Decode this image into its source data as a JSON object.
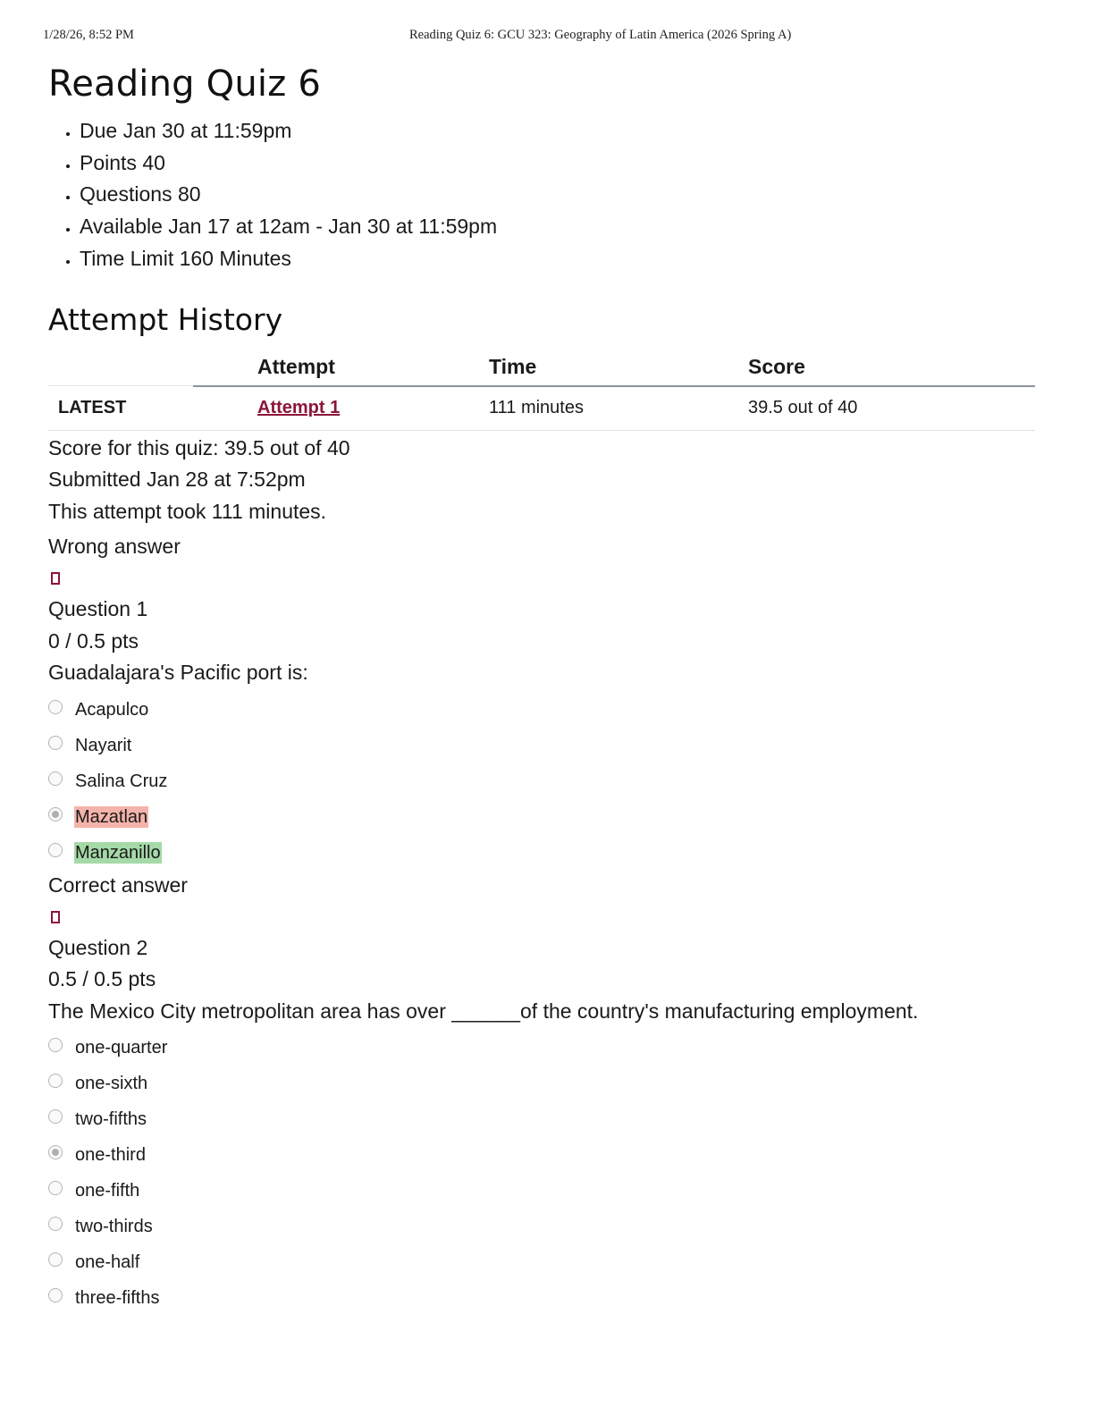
{
  "print_header": {
    "datetime": "1/28/26, 8:52 PM",
    "title": "Reading Quiz 6: GCU 323: Geography of Latin America (2026 Spring A)"
  },
  "quiz": {
    "title": "Reading Quiz 6",
    "details": [
      "Due Jan 30 at 11:59pm",
      "Points 40",
      "Questions 80",
      "Available Jan 17 at 12am - Jan 30 at 11:59pm",
      "Time Limit 160 Minutes"
    ]
  },
  "attempt_history": {
    "heading": "Attempt History",
    "columns": [
      "Attempt",
      "Time",
      "Score"
    ],
    "rows": [
      {
        "label": "LATEST",
        "attempt": "Attempt 1",
        "time": "111 minutes",
        "score": "39.5 out of 40"
      }
    ]
  },
  "summary": {
    "score": "Score for this quiz: 39.5 out of 40",
    "submitted": "Submitted Jan 28 at 7:52pm",
    "duration": "This attempt took 111 minutes."
  },
  "questions": [
    {
      "result": "Wrong answer",
      "number": "Question 1",
      "points": "0 / 0.5 pts",
      "text": "Guadalajara's Pacific port is:",
      "answers": [
        {
          "text": "Acapulco",
          "selected": false,
          "highlight": "none"
        },
        {
          "text": "Nayarit",
          "selected": false,
          "highlight": "none"
        },
        {
          "text": "Salina Cruz",
          "selected": false,
          "highlight": "none"
        },
        {
          "text": "Mazatlan",
          "selected": true,
          "highlight": "wrong"
        },
        {
          "text": "Manzanillo",
          "selected": false,
          "highlight": "right"
        }
      ]
    },
    {
      "result": "Correct answer",
      "number": "Question 2",
      "points": "0.5 / 0.5 pts",
      "text": "The Mexico City metropolitan area has over ______of the country's manufacturing employment.",
      "answers": [
        {
          "text": "one-quarter",
          "selected": false,
          "highlight": "none"
        },
        {
          "text": "one-sixth",
          "selected": false,
          "highlight": "none"
        },
        {
          "text": "two-fifths",
          "selected": false,
          "highlight": "none"
        },
        {
          "text": "one-third",
          "selected": true,
          "highlight": "none"
        },
        {
          "text": "one-fifth",
          "selected": false,
          "highlight": "none"
        },
        {
          "text": "two-thirds",
          "selected": false,
          "highlight": "none"
        },
        {
          "text": "one-half",
          "selected": false,
          "highlight": "none"
        },
        {
          "text": "three-fifths",
          "selected": false,
          "highlight": "none"
        }
      ]
    }
  ],
  "colors": {
    "accent": "#8b1538",
    "wrong_highlight": "#f4b3aa",
    "correct_highlight": "#a5d9a7"
  },
  "icons": {
    "question_flag": "flag-icon",
    "answer_choice": "radio-icon"
  }
}
